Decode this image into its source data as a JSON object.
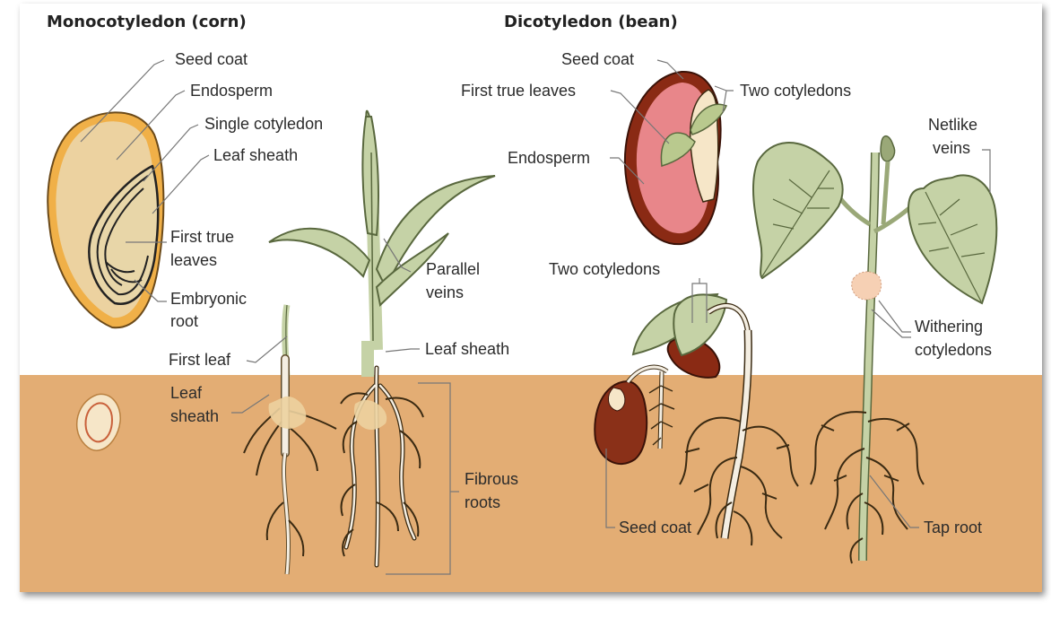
{
  "colors": {
    "soil": "#e3ad74",
    "seed_fill": "#ecd2a0",
    "seed_rim": "#f0b048",
    "bean_coat": "#8a2a14",
    "bean_flesh": "#e8868a",
    "leaf": "#c5d2a6",
    "leaf_stroke": "#59683e",
    "root": "#f4eee2"
  },
  "headings": {
    "monocot": "Monocotyledon (corn)",
    "dicot": "Dicotyledon (bean)"
  },
  "monocot_labels": {
    "seed_coat": "Seed coat",
    "endosperm": "Endosperm",
    "single_cotyledon": "Single cotyledon",
    "leaf_sheath_top": "Leaf sheath",
    "first_true_leaves_l1": "First true",
    "first_true_leaves_l2": "leaves",
    "embryonic_root_l1": "Embryonic",
    "embryonic_root_l2": "root",
    "first_leaf": "First leaf",
    "leaf_sheath_soil_l1": "Leaf",
    "leaf_sheath_soil_l2": "sheath",
    "parallel_veins_l1": "Parallel",
    "parallel_veins_l2": "veins",
    "leaf_sheath_plant": "Leaf sheath",
    "fibrous_roots_l1": "Fibrous",
    "fibrous_roots_l2": "roots"
  },
  "dicot_labels": {
    "seed_coat_top": "Seed coat",
    "first_true_leaves": "First true leaves",
    "two_cotyledons_top": "Two cotyledons",
    "endosperm": "Endosperm",
    "netlike_veins_l1": "Netlike",
    "netlike_veins_l2": "veins",
    "two_cotyledons_mid": "Two cotyledons",
    "withering_cotyledons_l1": "Withering",
    "withering_cotyledons_l2": "cotyledons",
    "seed_coat_bottom": "Seed coat",
    "tap_root": "Tap root"
  }
}
